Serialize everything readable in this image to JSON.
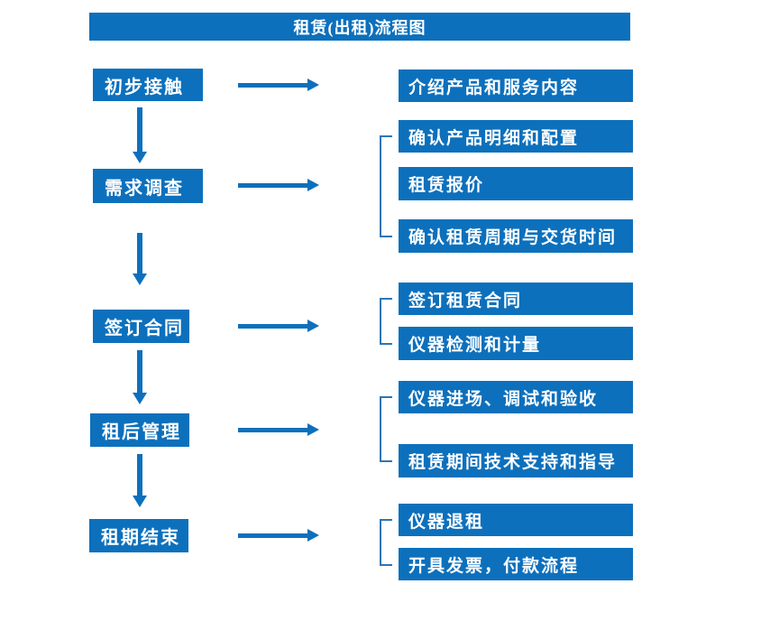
{
  "title": "租赁(出租)流程图",
  "colors": {
    "primary_blue": "#0d70bc",
    "bracket_blue": "#2e75b6",
    "text": "#ffffff",
    "background": "#ffffff"
  },
  "steps": [
    {
      "label": "初步接触",
      "details": [
        "介绍产品和服务内容"
      ]
    },
    {
      "label": "需求调查",
      "details": [
        "确认产品明细和配置",
        "租赁报价",
        "确认租赁周期与交货时间"
      ]
    },
    {
      "label": "签订合同",
      "details": [
        "签订租赁合同",
        "仪器检测和计量"
      ]
    },
    {
      "label": "租后管理",
      "details": [
        "仪器进场、调试和验收",
        "租赁期间技术支持和指导"
      ]
    },
    {
      "label": "租期结束",
      "details": [
        "仪器退租",
        "开具发票，付款流程"
      ]
    }
  ]
}
